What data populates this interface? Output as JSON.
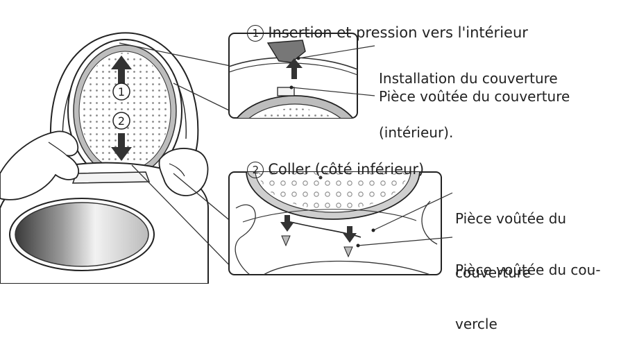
{
  "step1": {
    "number": "1",
    "title": "Insertion et pression vers l'intérieur",
    "callout_lid_install_line1": "Installation du couverture",
    "callout_lid_install_line2": "(intérieur).",
    "callout_arched_part": "Pièce voûtée du couverture"
  },
  "step2": {
    "number": "2",
    "title": "Coller (côté inférieur)",
    "callout_lid_arch_line1": "Pièce voûtée du",
    "callout_lid_arch_line2": "couverture",
    "callout_cover_arch_line1": "Pièce voûtée du cou-",
    "callout_cover_arch_line2": "vercle"
  },
  "main_illustration": {
    "arrow_up_label": "1",
    "arrow_down_label": "2"
  }
}
